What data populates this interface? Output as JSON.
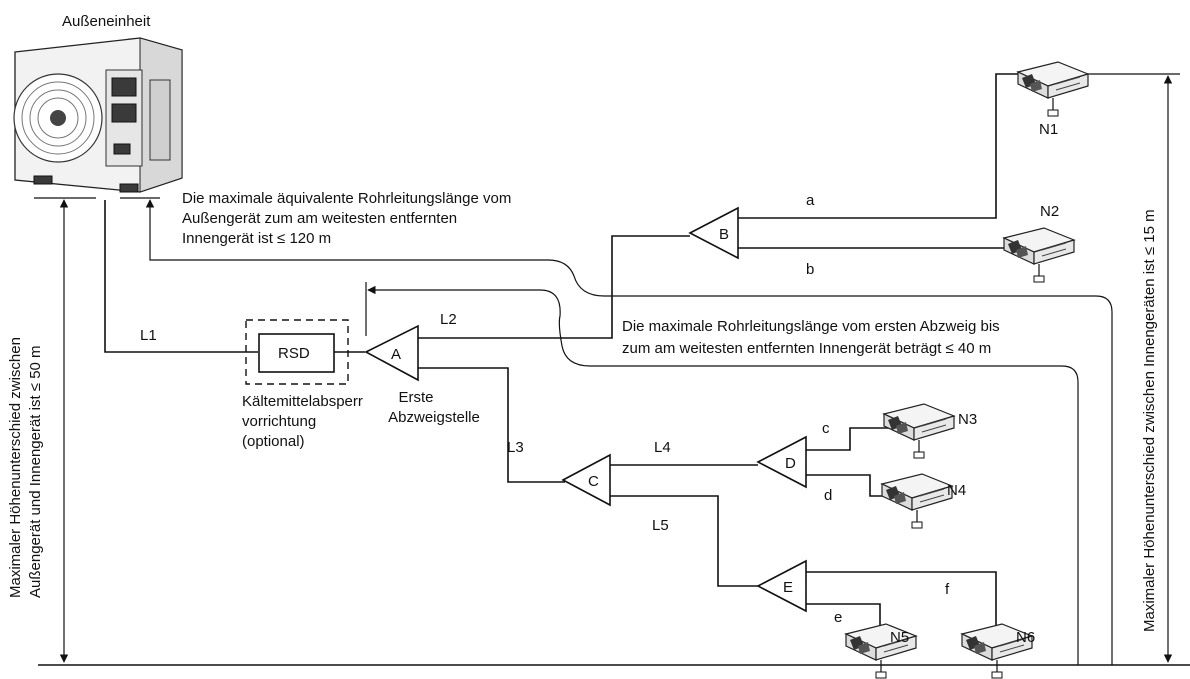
{
  "outdoor_unit": {
    "label": "Außeneinheit"
  },
  "labels": {
    "max_equiv_length": [
      "Die maximale äquivalente Rohrleitungslänge vom",
      "Außengerät zum am weitesten entfernten",
      "Innengerät ist ≤ 120 m"
    ],
    "max_after_first_branch": [
      "Die maximale Rohrleitungslänge vom ersten Abzweig bis",
      "zum am weitesten entfernten Innengerät beträgt ≤ 40 m"
    ],
    "left_height": [
      "Maximaler Höhenunterschied zwischen",
      "Außengerät und Innengerät ist ≤ 50 m"
    ],
    "right_height": "Maximaler Höhenunterschied zwischen Innengeräten ist ≤ 15 m",
    "rsd": "RSD",
    "rsd_caption": [
      "Kältemittelabsperr",
      "vorrichtung",
      "(optional)"
    ],
    "first_branch_caption": [
      "Erste",
      "Abzweigstelle"
    ]
  },
  "pipes": {
    "L1": "L1",
    "L2": "L2",
    "L3": "L3",
    "L4": "L4",
    "L5": "L5"
  },
  "branches": {
    "A": "A",
    "B": "B",
    "C": "C",
    "D": "D",
    "E": "E"
  },
  "indoor_units": {
    "N1": "N1",
    "N2": "N2",
    "N3": "N3",
    "N4": "N4",
    "N5": "N5",
    "N6": "N6"
  },
  "branch_pipes": {
    "a": "a",
    "b": "b",
    "c": "c",
    "d": "d",
    "e": "e",
    "f": "f"
  }
}
